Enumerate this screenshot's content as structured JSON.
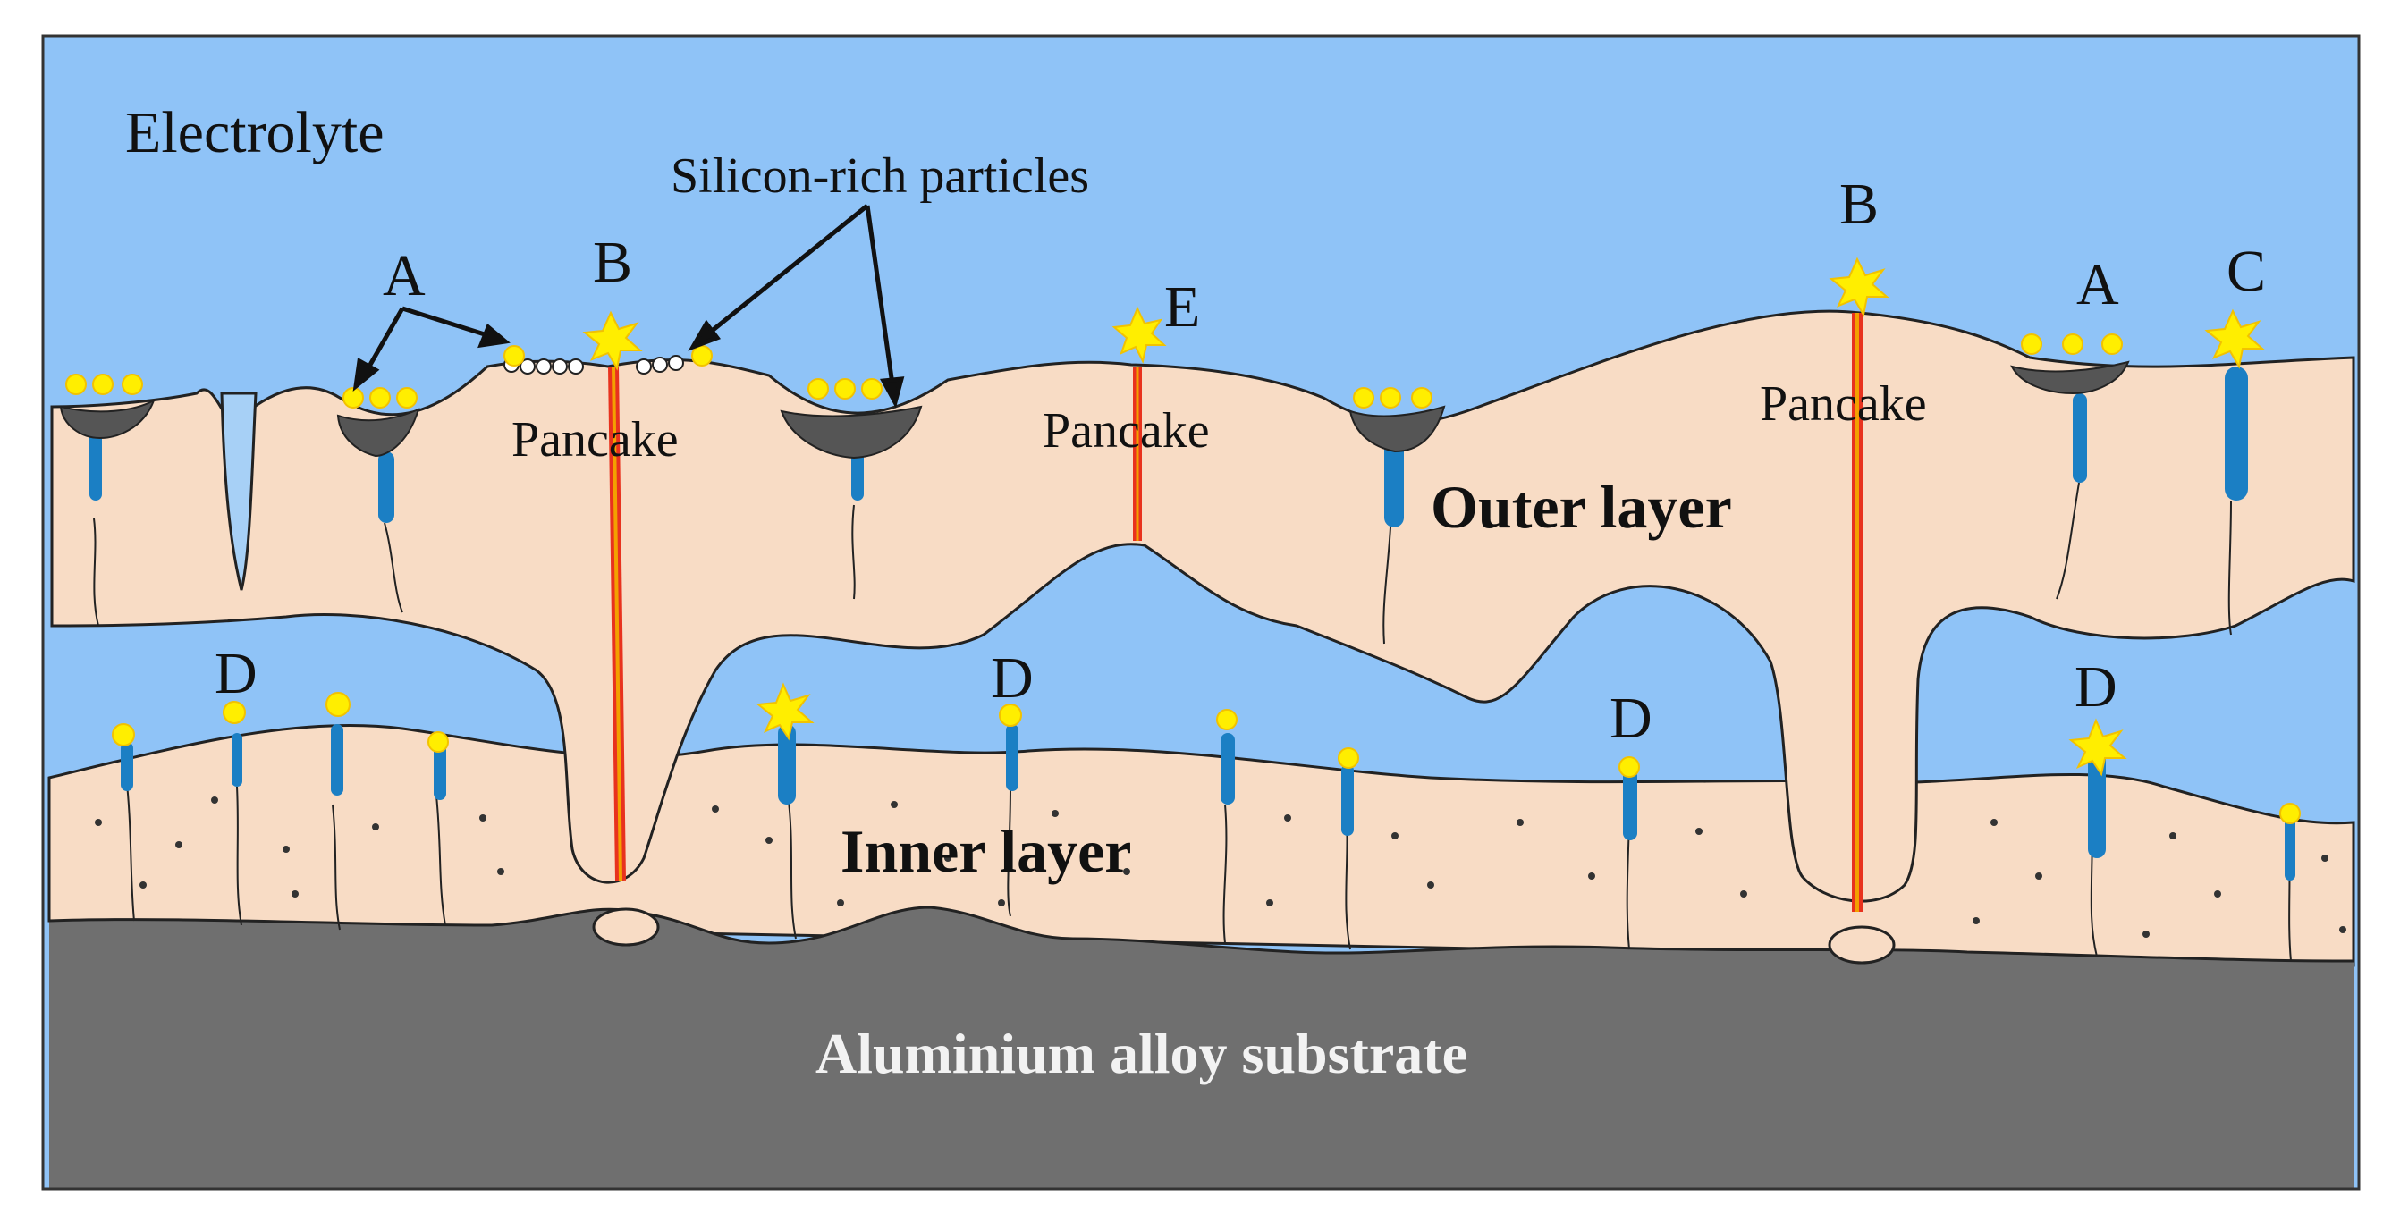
{
  "labels": {
    "electrolyte": "Electrolyte",
    "silicon_particles": "Silicon-rich particles",
    "a": "A",
    "b": "B",
    "c": "C",
    "d": "D",
    "e": "E",
    "pancake": "Pancake",
    "outer_layer": "Outer layer",
    "inner_layer": "Inner layer",
    "substrate": "Aluminium alloy substrate"
  },
  "colors": {
    "electrolyte": "#8fc3f7",
    "cavity": "#a7d0f6",
    "layer": "#f8dcc5",
    "substrate": "#6f6f6f",
    "pore": "#1b7fc4",
    "discharge": "#ffee00",
    "channel": "#e8321e"
  }
}
